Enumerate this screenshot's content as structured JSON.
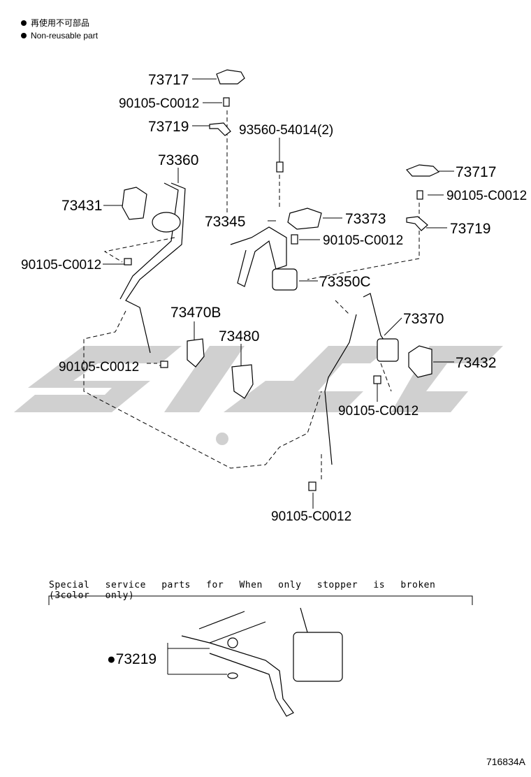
{
  "legend": [
    {
      "symbol": "●",
      "text": "再使用不可部品"
    },
    {
      "symbol": "●",
      "text": "Non-reusable part"
    }
  ],
  "parts": {
    "p73717_a": "73717",
    "p90105_a": "90105-C0012",
    "p73719_a": "73719",
    "p93560": "93560-54014(2)",
    "p73360": "73360",
    "p73431": "73431",
    "p73345": "73345",
    "p73373": "73373",
    "p90105_b": "90105-C0012",
    "p90105_c": "90105-C0012",
    "p73350c": "73350C",
    "p73717_b": "73717",
    "p90105_d": "90105-C0012",
    "p73719_b": "73719",
    "p73470b": "73470B",
    "p73480": "73480",
    "p73370": "73370",
    "p90105_e": "90105-C0012",
    "p73432": "73432",
    "p90105_f": "90105-C0012",
    "p90105_g": "90105-C0012",
    "p73219": "●73219"
  },
  "note": "Special service parts for When only stopper is broken (3color only)",
  "ref_code": "716834A",
  "watermark_color": "#c8c8c8"
}
